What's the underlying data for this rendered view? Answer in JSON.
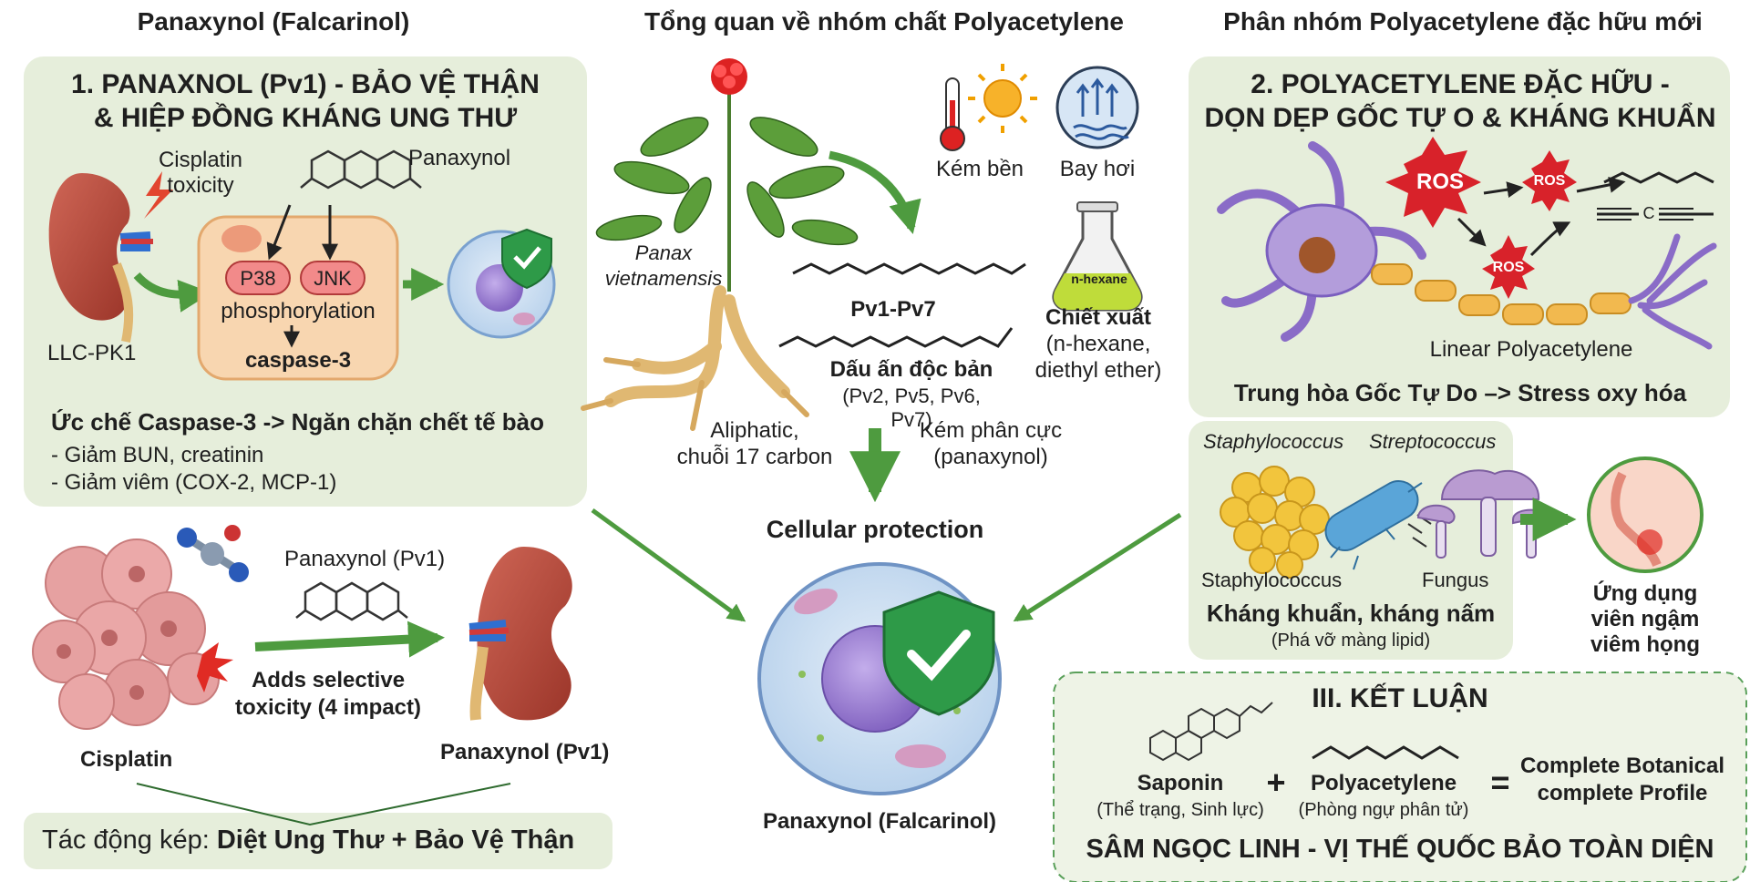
{
  "headers": {
    "left": "Panaxynol (Falcarinol)",
    "center": "Tổng quan về nhóm chất Polyacetylene",
    "right": "Phân nhóm Polyacetylene đặc hữu mới"
  },
  "left_panel": {
    "title_line1": "1. PANAXNOL (Pv1) - BẢO VỆ THẬN",
    "title_line2": "& HIỆP ĐỒNG KHÁNG UNG THƯ",
    "cisplatin_toxicity": "Cisplatin toxicity",
    "panaxynol_label": "Panaxynol",
    "p38": "P38",
    "jnk": "JNK",
    "phosphorylation": "phosphorylation",
    "caspase": "caspase-3",
    "cell_line": "LLC-PK1",
    "inhibit": "Ức chế Caspase-3 -> Ngăn chặn chết tế bào",
    "bullet1": "- Giảm BUN, creatinin",
    "bullet2": "- Giảm viêm (COX-2, MCP-1)"
  },
  "left_lower": {
    "panaxynol_pv1_top": "Panaxynol (Pv1)",
    "adds_line1": "Adds selective",
    "adds_line2": "toxicity (4 impact)",
    "cisplatin": "Cisplatin",
    "panaxynol_pv1_bottom": "Panaxynol (Pv1)",
    "banner_prefix": "Tác động kép: ",
    "banner_bold": "Diệt Ung Thư + Bảo Vệ Thận"
  },
  "center": {
    "plant_name_line1": "Panax",
    "plant_name_line2": "vietnamensis",
    "unstable": "Kém bền",
    "volatile": "Bay hơi",
    "nhexane_flask": "n-hexane",
    "pv_range": "Pv1-Pv7",
    "unique_mark": "Dấu ấn độc bản",
    "unique_list": "(Pv2, Pv5, Pv6, Pv7)",
    "extract": "Chiết xuất",
    "extract_line2": "(n-hexane,",
    "extract_line3": "diethyl ether)",
    "aliphatic_line1": "Aliphatic,",
    "aliphatic_line2": "chuỗi 17 carbon",
    "polarity_line1": "Kém phân cực",
    "polarity_line2": "(panaxynol)",
    "cellular_protection": "Cellular protection",
    "falcarinol": "Panaxynol (Falcarinol)"
  },
  "right_panel": {
    "title_line1": "2. POLYACETYLENE ĐẶC HỮU -",
    "title_line2": "DỌN DẸP GỐC TỰ O & KHÁNG KHUẨN",
    "ros": "ROS",
    "linear": "Linear Polyacetylene",
    "neutralize": "Trung hòa Gốc Tự Do –> Stress oxy hóa",
    "carbon": "C"
  },
  "microbe_panel": {
    "staph_italic": "Staphylococcus",
    "strep_italic": "Streptococcus",
    "staph": "Staphylococcus",
    "fungus": "Fungus",
    "antibacterial": "Kháng khuẩn, kháng nấm",
    "lipid": "(Phá vỡ màng lipid)",
    "app_line1": "Ứng dụng",
    "app_line2": "viên ngậm",
    "app_line3": "viêm họng"
  },
  "conclusion": {
    "title": "III. KẾT LUẬN",
    "saponin": "Saponin",
    "saponin_sub": "(Thể trạng, Sinh lực)",
    "plus": "+",
    "polyacetylene": "Polyacetylene",
    "polyacetylene_sub": "(Phòng ngự phân tử)",
    "equals": "=",
    "complete_line1": "Complete Botanical",
    "complete_line2": "complete Profile",
    "final": "SÂM NGỌC LINH - VỊ THẾ QUỐC BẢO TOÀN DIỆN"
  },
  "colors": {
    "panel_bg": "#e6eedb",
    "arrow_green": "#4e9b3f",
    "kidney": "#b34a3c",
    "cell_bg": "#cfe1f2",
    "nucleus": "#9a7fcf",
    "shield": "#2e9a48",
    "ros_red": "#d8222a"
  }
}
